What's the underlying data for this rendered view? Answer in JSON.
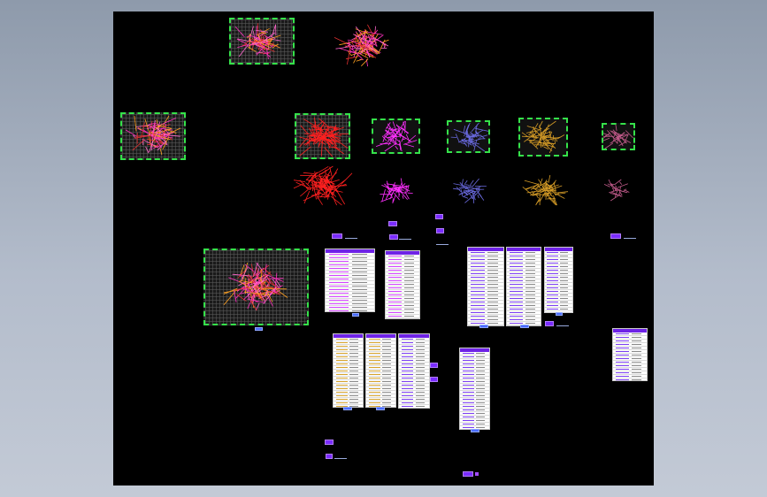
{
  "workspace": {
    "background": "#000000",
    "frame_color": "#35e24a"
  },
  "cluster_colors": {
    "mixed": [
      "#ff2fbf",
      "#ffa020",
      "#e03030",
      "#ff66cc"
    ],
    "red": "#ff2020",
    "magenta": "#ff30ff",
    "blue": "#6a6adf",
    "orange": "#d39a26",
    "pink": "#c05a8a"
  },
  "tables": [
    {
      "id": "t1",
      "style": "purple"
    },
    {
      "id": "t2",
      "style": "purple"
    },
    {
      "id": "t3",
      "style": "plain"
    },
    {
      "id": "t4",
      "style": "plain"
    },
    {
      "id": "t5",
      "style": "plain"
    },
    {
      "id": "t6",
      "style": "orange"
    },
    {
      "id": "t7",
      "style": "orange"
    },
    {
      "id": "t8",
      "style": "plain"
    },
    {
      "id": "t9",
      "style": "plain"
    },
    {
      "id": "t10",
      "style": "plain"
    }
  ]
}
